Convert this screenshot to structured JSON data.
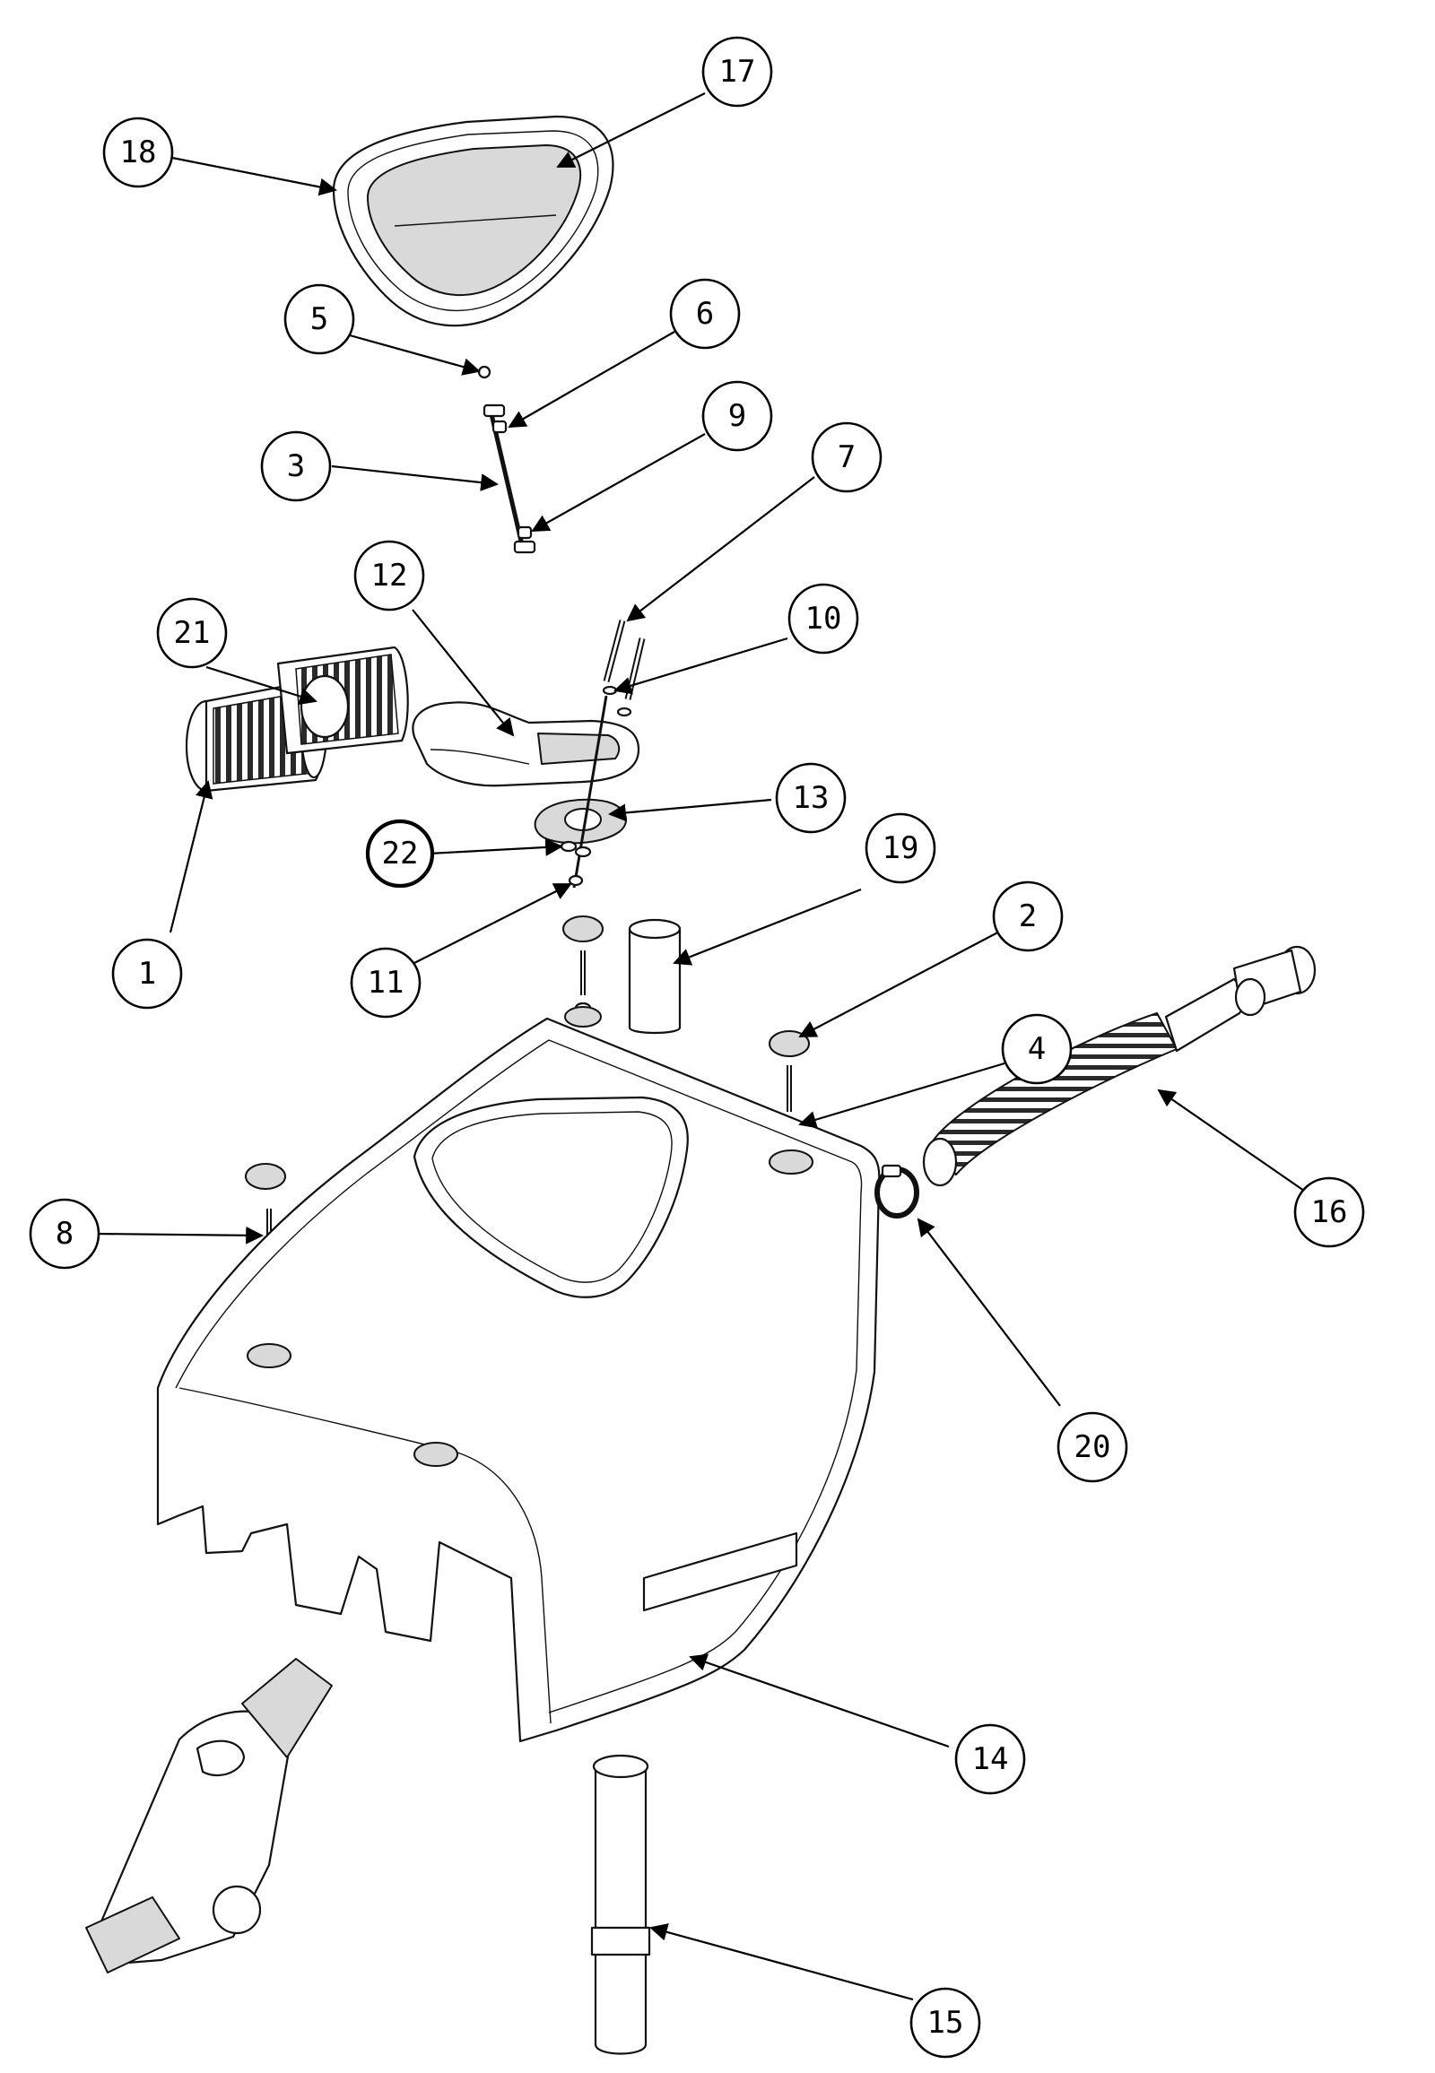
{
  "callouts": [
    {
      "id": "1",
      "label": "1"
    },
    {
      "id": "2",
      "label": "2"
    },
    {
      "id": "3",
      "label": "3"
    },
    {
      "id": "4",
      "label": "4"
    },
    {
      "id": "5",
      "label": "5"
    },
    {
      "id": "6",
      "label": "6"
    },
    {
      "id": "7",
      "label": "7"
    },
    {
      "id": "8",
      "label": "8"
    },
    {
      "id": "9",
      "label": "9"
    },
    {
      "id": "10",
      "label": "10"
    },
    {
      "id": "11",
      "label": "11"
    },
    {
      "id": "12",
      "label": "12"
    },
    {
      "id": "13",
      "label": "13"
    },
    {
      "id": "14",
      "label": "14"
    },
    {
      "id": "15",
      "label": "15"
    },
    {
      "id": "16",
      "label": "16"
    },
    {
      "id": "17",
      "label": "17"
    },
    {
      "id": "18",
      "label": "18"
    },
    {
      "id": "19",
      "label": "19"
    },
    {
      "id": "20",
      "label": "20"
    },
    {
      "id": "21",
      "label": "21"
    },
    {
      "id": "22",
      "label": "22"
    }
  ],
  "colors": {
    "line": "#111111",
    "fill": "#ffffff",
    "shade": "#d9d9d9"
  }
}
